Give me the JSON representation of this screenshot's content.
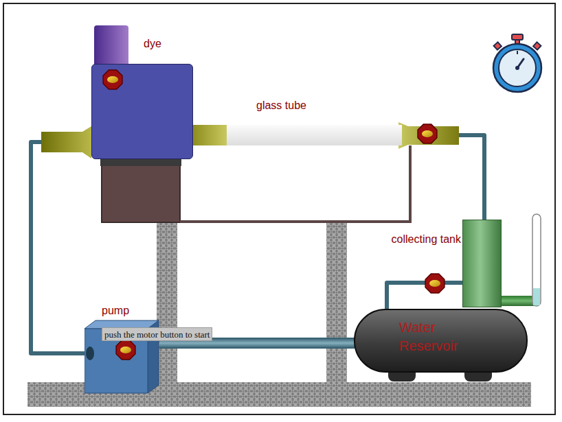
{
  "diagram": {
    "nodes": [
      {
        "text": [
          "dye"
        ]
      },
      {
        "text": [
          "glass tube"
        ]
      },
      {
        "text": [
          "collecting tank"
        ]
      },
      {
        "text": [
          "pump"
        ]
      },
      {
        "text": [
          "push the motor button to start"
        ]
      },
      {
        "text": [
          "Water Reservoir"
        ]
      }
    ],
    "edges": [
      {
        "from": 5,
        "to": 3,
        "arrow": "none"
      },
      {
        "from": 3,
        "to": 0,
        "arrow": "none"
      },
      {
        "from": 0,
        "to": 1,
        "arrow": "none"
      },
      {
        "from": 1,
        "to": 2,
        "arrow": "none"
      },
      {
        "from": 2,
        "to": 5,
        "arrow": "none"
      }
    ]
  }
}
